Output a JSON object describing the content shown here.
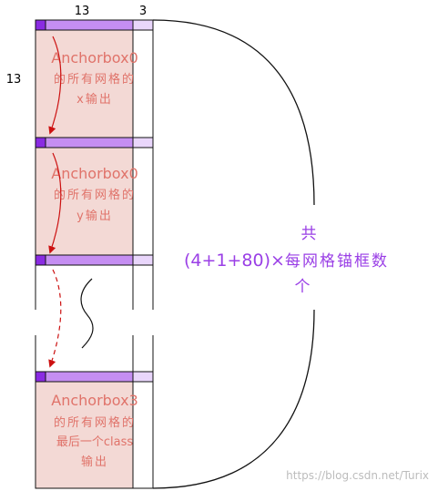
{
  "dims": {
    "width_label": "13",
    "channel_label": "3",
    "height_label": "13"
  },
  "blocks": [
    {
      "lines": [
        "Anchorbox0",
        "的所有网格的",
        "x输出"
      ]
    },
    {
      "lines": [
        "Anchorbox0",
        "的所有网格的",
        "y输出"
      ]
    },
    {
      "lines": [
        "Anchorbox3",
        "的所有网格的",
        "最后一个class",
        "输出"
      ]
    }
  ],
  "total": {
    "line1": "共",
    "line2_formula": "(4+1+80)×",
    "line2_text": "每网格锚框数",
    "line3": "个"
  },
  "watermark": "https://blog.csdn.net/Turix",
  "colors": {
    "block_fill": "#f3d9d5",
    "bar": "#c58ef2",
    "bar_dark": "#8a2be2",
    "bar_light": "#e9d6fb",
    "text_red": "#e0736a",
    "arrow_red": "#cc1111",
    "total_purple": "#9a3fe6"
  }
}
